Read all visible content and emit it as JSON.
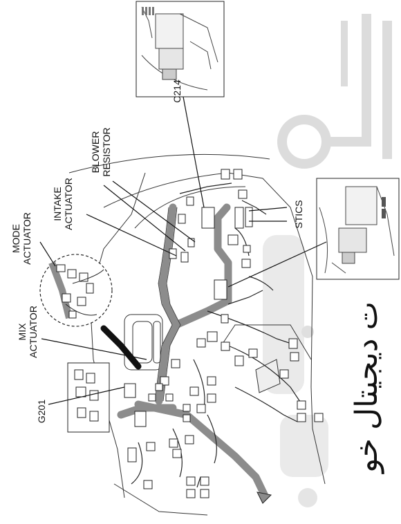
{
  "labels": {
    "mode_actuator": [
      "MODE",
      "ACTUATOR"
    ],
    "intake_actuator": [
      "INTAKE",
      "ACTUATOR"
    ],
    "blower_resistor": [
      "BLOWER",
      "RESISTOR"
    ],
    "c214": "C214",
    "stics": "STICS",
    "mix_actuator": [
      "MIX",
      "ACTUATOR"
    ],
    "g201": "G201"
  },
  "watermark": {
    "text": "ت دیجیتال خو",
    "color": "#c8c8c8"
  },
  "colors": {
    "harness": "#8c8c8c",
    "line": "#1a1a1a",
    "watermark_shape": "#d9d9d9"
  }
}
